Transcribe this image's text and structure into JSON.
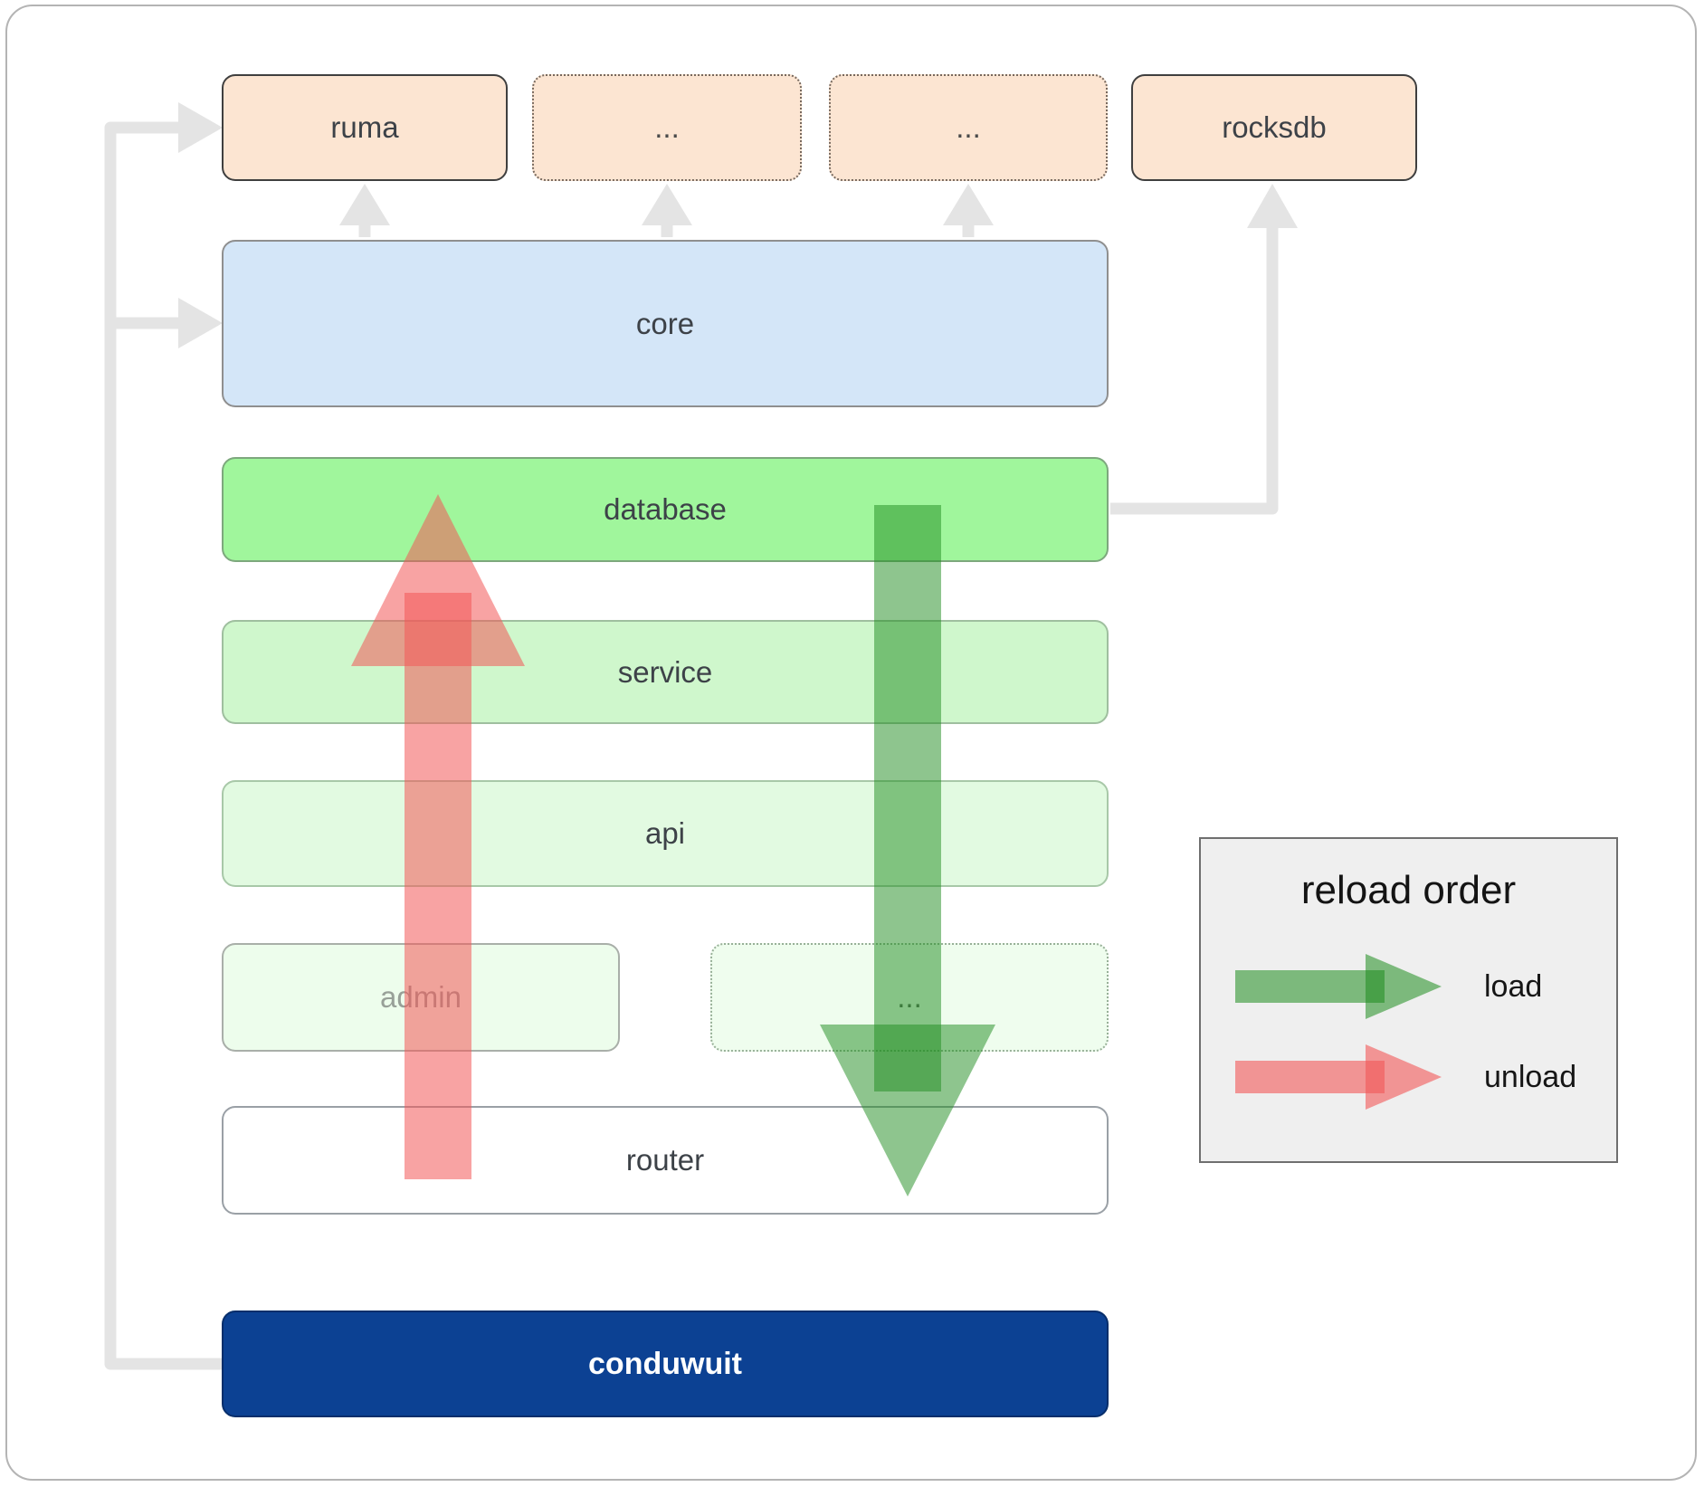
{
  "boxes": {
    "ruma": {
      "label": "ruma"
    },
    "dots_top_1": {
      "label": "..."
    },
    "dots_top_2": {
      "label": "..."
    },
    "rocksdb": {
      "label": "rocksdb"
    },
    "core": {
      "label": "core"
    },
    "database": {
      "label": "database"
    },
    "service": {
      "label": "service"
    },
    "api": {
      "label": "api"
    },
    "admin": {
      "label": "admin"
    },
    "dots_bottom": {
      "label": "..."
    },
    "router": {
      "label": "router"
    },
    "conduwuit": {
      "label": "conduwuit"
    }
  },
  "legend": {
    "title": "reload order",
    "load_label": "load",
    "unload_label": "unload"
  },
  "colors": {
    "peach_fill": "#fce5d2",
    "core_blue_fill": "#d4e6f8",
    "database_green_fill": "#a0f69c",
    "service_green_fill": "#cff7cc",
    "api_green_fill": "#e2fae1",
    "admin_green_fill": "#edfdec",
    "conduwuit_navy_fill": "#0c4193",
    "load_arrow_green": "#1d8c1d",
    "unload_arrow_red": "#f25757",
    "connector_gray": "#e4e4e4"
  }
}
